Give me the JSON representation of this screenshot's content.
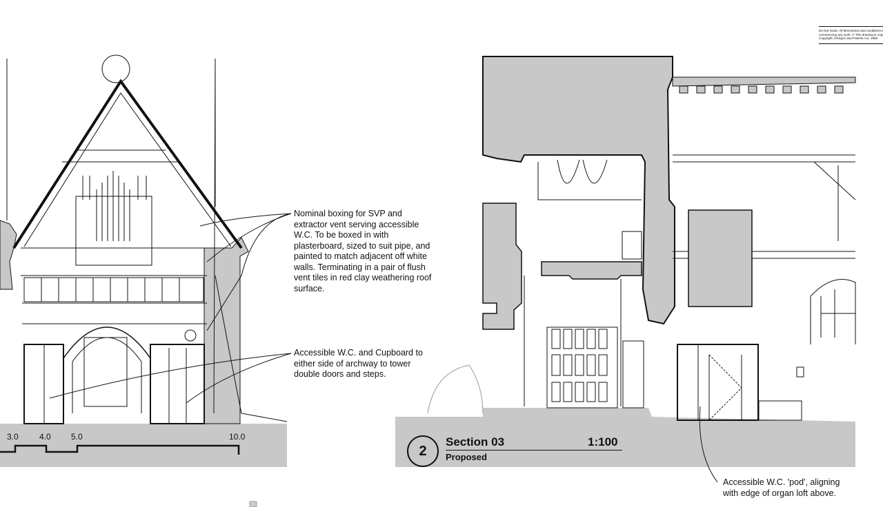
{
  "disclaimer": {
    "line1": "Do Not Scale. All dimensions and conditions to be checked on site before",
    "line2": "commencing any work. © This drawing is copyright and protected under",
    "line3": "Copyright, Designs and Patents Act, 1988"
  },
  "left_elevation": {
    "notes": {
      "svp": "Nominal boxing for SVP and extractor vent serving accessible W.C.  To be boxed in with plasterboard, sized to suit pipe, and painted to match adjacent off white walls.  Terminating in a pair of flush vent tiles in red clay weathering roof surface.",
      "wc": "Accessible W.C. and Cupboard to either side of archway to tower double doors and steps."
    },
    "scale_bar": {
      "ticks": [
        "3.0",
        "4.0",
        "5.0",
        "10.0"
      ]
    }
  },
  "section": {
    "number": "2",
    "title": "Section 03",
    "scale": "1:100",
    "subtitle": "Proposed",
    "note_pod": "Accessible W.C. 'pod', aligning with edge of organ loft above."
  },
  "colors": {
    "fill_grey": "#c8c8c8",
    "line": "#111111"
  }
}
